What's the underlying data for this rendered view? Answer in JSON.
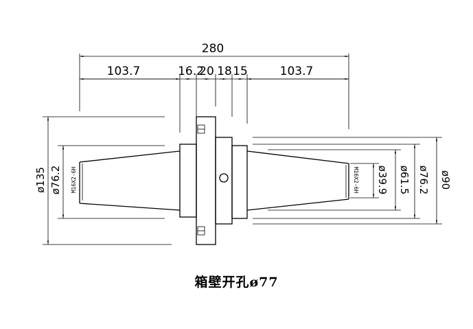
{
  "diagram": {
    "overall_length": "280",
    "segments": [
      "103.7",
      "16.2",
      "20",
      "18",
      "15",
      "103.7"
    ],
    "left_diameters": [
      "ø135",
      "ø76.2"
    ],
    "right_diameters": [
      "ø39.9",
      "ø61.5",
      "ø76.2",
      "ø90"
    ],
    "thread_left": "M16X2-6H",
    "thread_right": "M16X2-6H"
  },
  "caption": "箱壁开孔ø77"
}
